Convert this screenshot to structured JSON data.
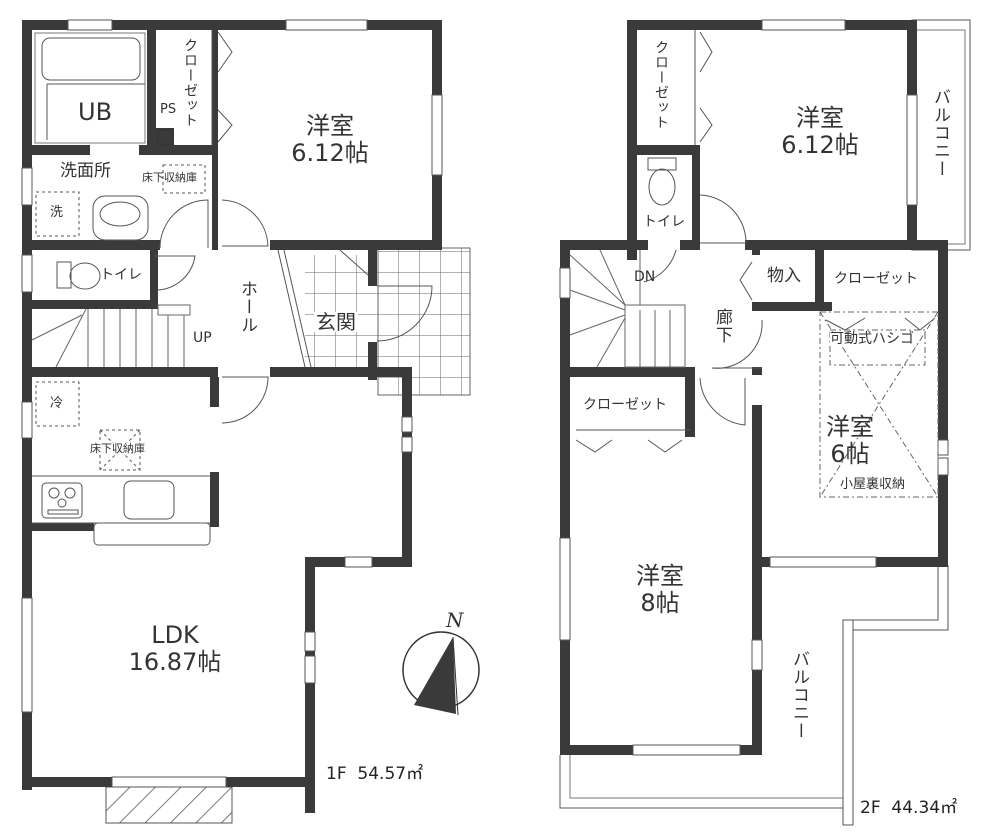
{
  "floor_1": {
    "area_label": "1F",
    "area_value": "54.57㎡",
    "rooms": {
      "bath": "UB",
      "ps": "PS",
      "closet": "クローゼット",
      "western_room_name": "洋室",
      "western_room_size": "6.12帖",
      "washroom": "洗面所",
      "washer": "洗",
      "underfloor_storage_wash": "床下収納庫",
      "toilet": "トイレ",
      "hall": "ホール",
      "up": "UP",
      "entrance": "玄関",
      "fridge": "冷",
      "underfloor_storage_kitchen": "床下収納庫",
      "ldk_name": "LDK",
      "ldk_size": "16.87帖"
    }
  },
  "floor_2": {
    "area_label": "2F",
    "area_value": "44.34㎡",
    "rooms": {
      "closet_top": "クローゼット",
      "western_room_a_name": "洋室",
      "western_room_a_size": "6.12帖",
      "balcony_top": "バルコニー",
      "toilet": "トイレ",
      "down": "DN",
      "corridor": "廊下",
      "storage": "物入",
      "closet_right": "クローゼット",
      "ladder": "可動式ハシゴ",
      "western_room_b_name": "洋室",
      "western_room_b_size": "6帖",
      "attic_storage": "小屋裏収納",
      "closet_left": "クローゼット",
      "western_room_c_name": "洋室",
      "western_room_c_size": "8帖",
      "balcony_bottom": "バルコニー"
    }
  },
  "compass": {
    "label": "N"
  },
  "colors": {
    "wall": "#3a3a3a",
    "line": "#555555",
    "background": "#ffffff"
  }
}
